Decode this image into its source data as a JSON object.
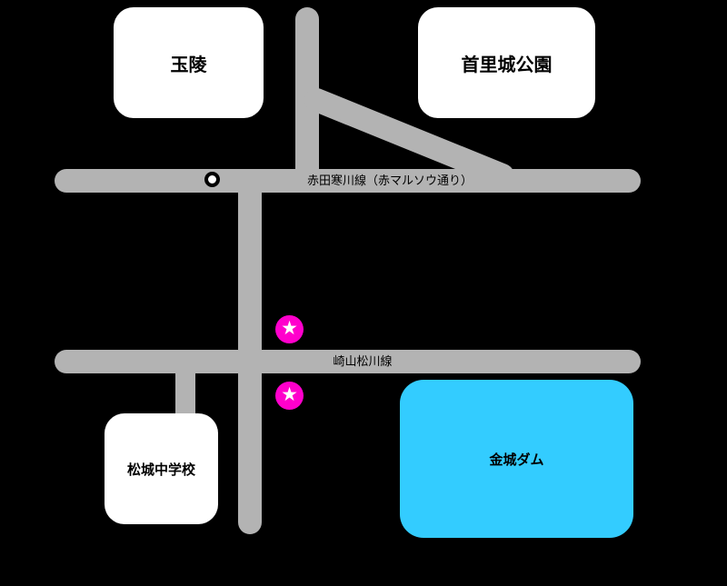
{
  "map": {
    "background_color": "#000000",
    "road_color": "#b3b3b3",
    "places": {
      "tamaudun": {
        "label": "玉陵",
        "color": "#ffffff"
      },
      "shuri_castle_park": {
        "label": "首里城公園",
        "color": "#ffffff"
      },
      "matsushiro_junior_high": {
        "label": "松城中学校",
        "color": "#ffffff"
      },
      "kinjo_dam": {
        "label": "金城ダム",
        "color": "#33ccff"
      }
    },
    "roads": {
      "akata_samukawa": {
        "label": "赤田寒川線（赤マルソウ通り）"
      },
      "sakiyama_matsukawa": {
        "label": "崎山松川線"
      }
    },
    "markers": {
      "star": {
        "glyph": "★",
        "color": "#ff00cc",
        "count": 2
      },
      "junction_circle": {
        "shape": "circle-outline",
        "color": "#000000"
      }
    }
  }
}
